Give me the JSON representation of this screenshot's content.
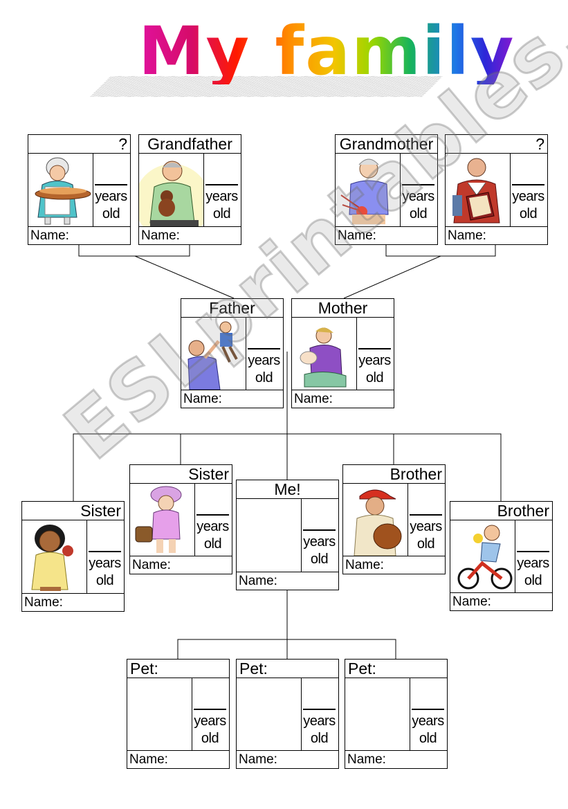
{
  "title": "My family",
  "watermark": "ESLprintables.com",
  "labels": {
    "years": "years",
    "old": "old",
    "name": "Name:"
  },
  "members": {
    "grandmother_left": "?",
    "grandfather": "Grandfather",
    "grandmother": "Grandmother",
    "grandfather_right": "?",
    "father": "Father",
    "mother": "Mother",
    "sister_1": "Sister",
    "sister_2": "Sister",
    "me": "Me!",
    "brother_1": "Brother",
    "brother_2": "Brother",
    "pet_1": "Pet:",
    "pet_2": "Pet:",
    "pet_3": "Pet:"
  },
  "illustrations": {
    "grandmother_left": "grandmother-baking-icon",
    "grandfather": "grandfather-with-teddy-icon",
    "grandmother": "grandmother-knitting-icon",
    "grandfather_right": "grandfather-reading-icon",
    "father": "father-lifting-child-icon",
    "mother": "mother-with-baby-icon",
    "sister_1": "girl-icon",
    "sister_2": "girl-with-hat-icon",
    "brother_1": "baseball-boy-icon",
    "brother_2": "boy-on-bike-icon"
  }
}
